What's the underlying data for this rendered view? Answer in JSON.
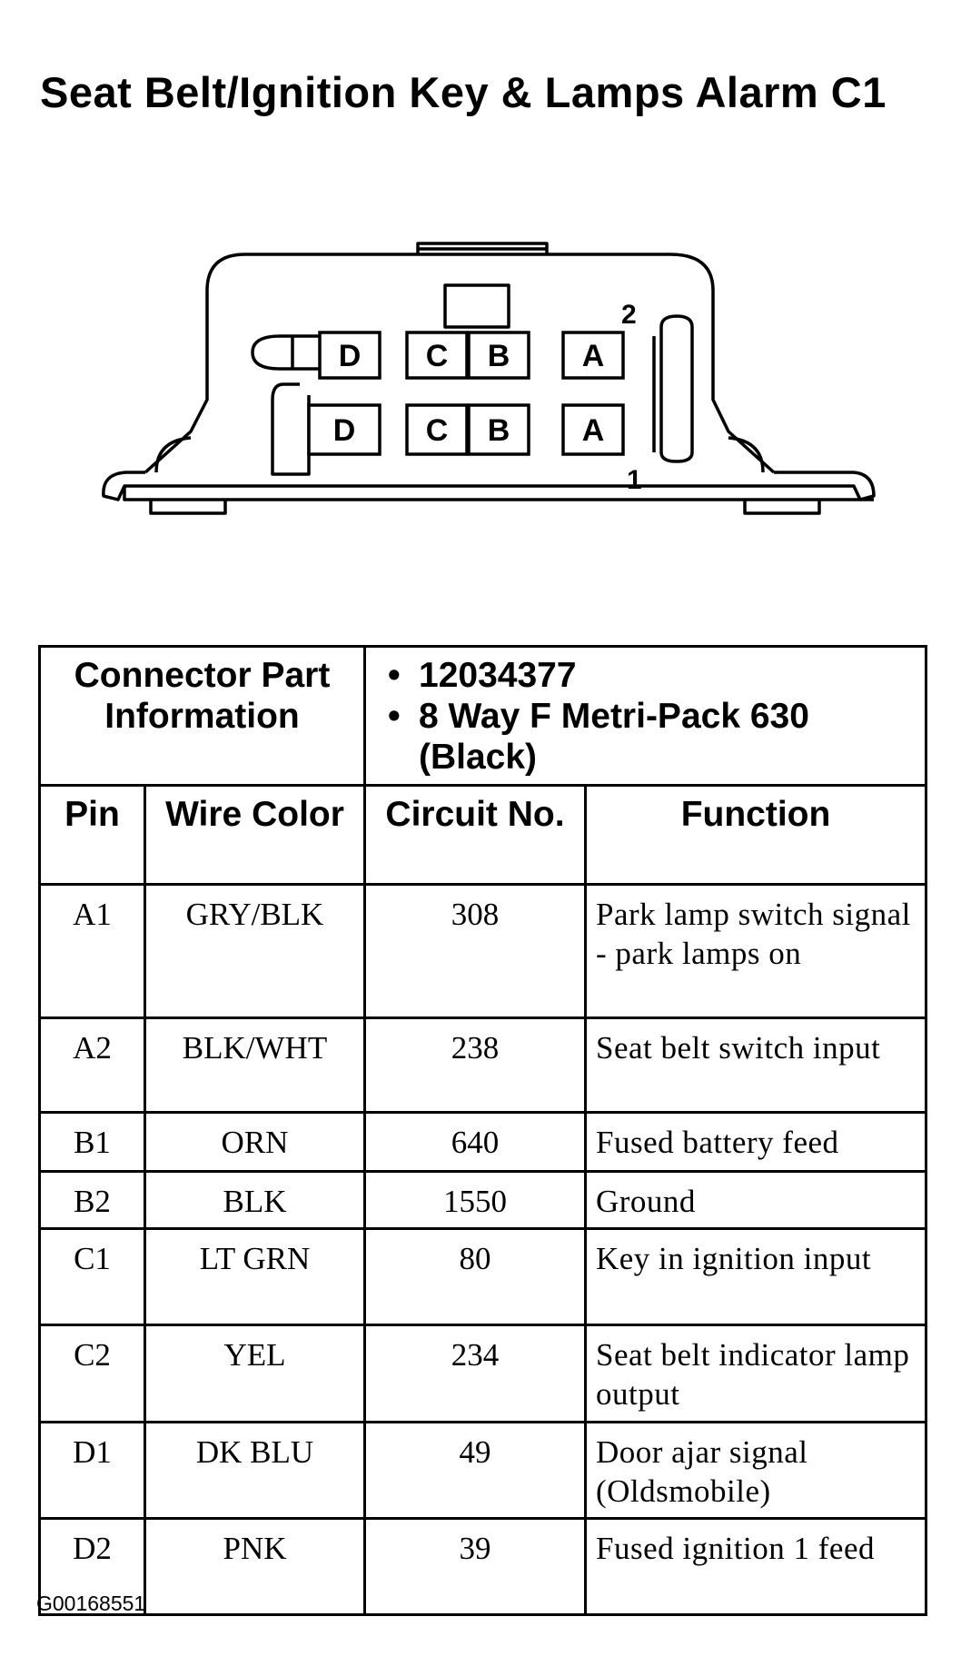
{
  "title": "Seat Belt/Ignition Key & Lamps Alarm C1",
  "connector": {
    "row_top": [
      "D",
      "C",
      "B",
      "A"
    ],
    "row_bottom": [
      "D",
      "C",
      "B",
      "A"
    ],
    "pin_mark_top": "2",
    "pin_mark_bottom": "1"
  },
  "part_info": {
    "label": "Connector Part Information",
    "part_number": "12034377",
    "description": "8 Way F Metri-Pack 630 (Black)"
  },
  "table": {
    "headers": [
      "Pin",
      "Wire Color",
      "Circuit No.",
      "Function"
    ],
    "rows": [
      {
        "pin": "A1",
        "color": "GRY/BLK",
        "circuit": "308",
        "function": "Park lamp switch signal - park lamps on"
      },
      {
        "pin": "A2",
        "color": "BLK/WHT",
        "circuit": "238",
        "function": "Seat belt switch input"
      },
      {
        "pin": "B1",
        "color": "ORN",
        "circuit": "640",
        "function": "Fused battery feed"
      },
      {
        "pin": "B2",
        "color": "BLK",
        "circuit": "1550",
        "function": "Ground"
      },
      {
        "pin": "C1",
        "color": "LT GRN",
        "circuit": "80",
        "function": "Key in ignition input"
      },
      {
        "pin": "C2",
        "color": "YEL",
        "circuit": "234",
        "function": "Seat belt indicator lamp output"
      },
      {
        "pin": "D1",
        "color": "DK BLU",
        "circuit": "49",
        "function": "Door ajar signal (Oldsmobile)"
      },
      {
        "pin": "D2",
        "color": "PNK",
        "circuit": "39",
        "function": "Fused ignition 1 feed"
      }
    ]
  },
  "figure_id": "G00168551"
}
